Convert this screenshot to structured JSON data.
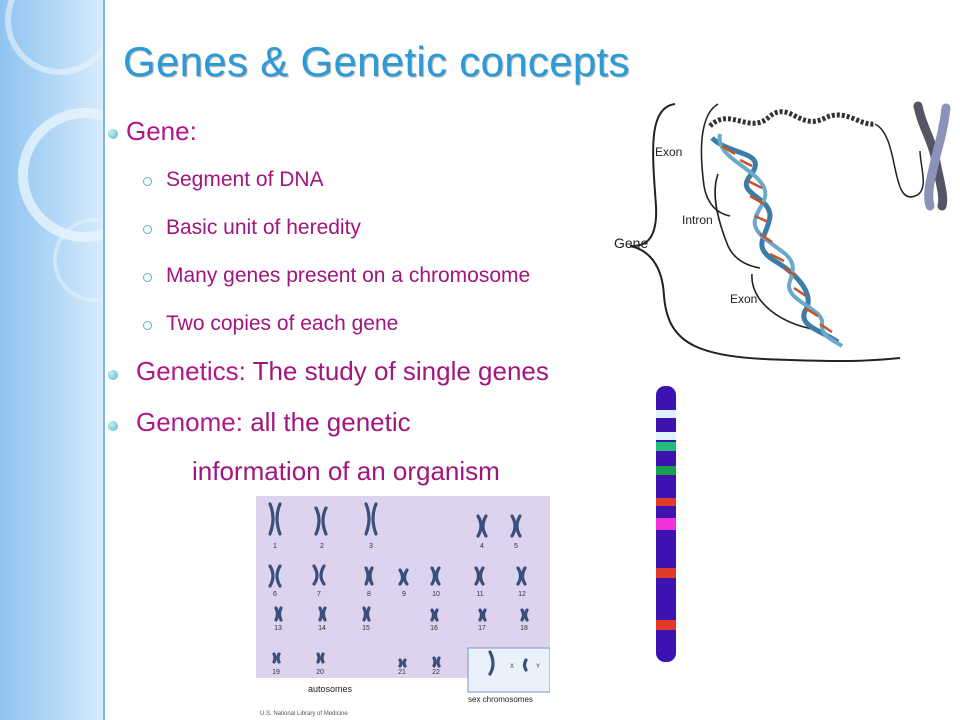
{
  "slide": {
    "title": "Genes & Genetic concepts",
    "gene_heading": "Gene:",
    "gene_points": [
      "Segment of DNA",
      "Basic unit of heredity",
      "Many genes present on a chromosome",
      "Two copies of each gene"
    ],
    "genetics_term": "Genetics:",
    "genetics_def": "The study of single genes",
    "genome_term": "Genome:",
    "genome_def_line1": "all the genetic",
    "genome_def_line2": "information of an organism"
  },
  "dna_figure": {
    "labels": {
      "exon_top": "Exon",
      "intron": "Intron",
      "gene": "Gene",
      "exon_bottom": "Exon"
    }
  },
  "karyotype": {
    "numbers": [
      "1",
      "2",
      "3",
      "4",
      "5",
      "6",
      "7",
      "8",
      "9",
      "10",
      "11",
      "12",
      "13",
      "14",
      "15",
      "16",
      "17",
      "18",
      "19",
      "20",
      "21",
      "22"
    ],
    "sex_labels": [
      "X",
      "Y"
    ],
    "autosomes_label": "autosomes",
    "sex_chromosomes_label": "sex chromosomes",
    "credit": "U.S. National Library of Medicine"
  },
  "colors": {
    "title": "#2a9bd8",
    "term": "#b0188a",
    "karyotype_bg": "#ddd3ee",
    "chromosome_band": "#3d12b0"
  }
}
